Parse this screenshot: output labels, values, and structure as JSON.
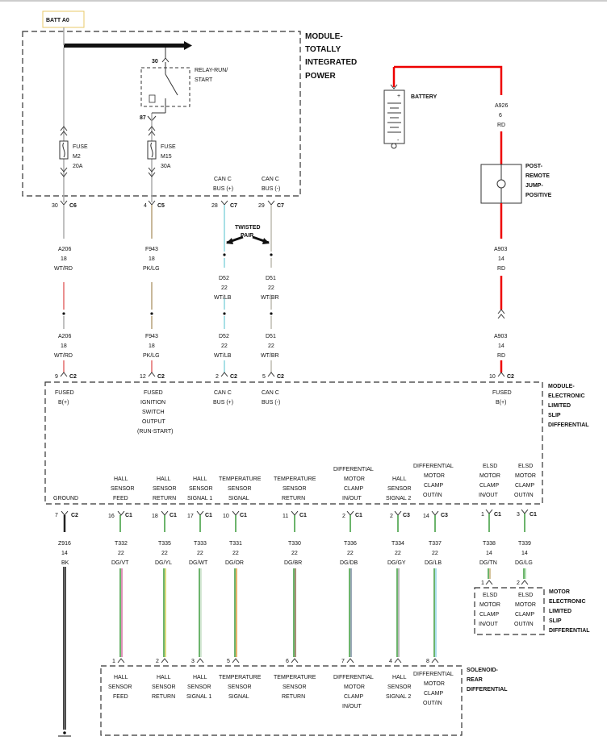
{
  "batt_label": "BATT A0",
  "tipm": {
    "title": [
      "MODULE-",
      "TOTALLY",
      "INTEGRATED",
      "POWER"
    ]
  },
  "relay": {
    "label": [
      "RELAY-RUN/",
      "START"
    ],
    "pin_in": "30",
    "pin_out": "87"
  },
  "fuses": [
    {
      "label": [
        "FUSE",
        "M2",
        "20A"
      ]
    },
    {
      "label": [
        "FUSE",
        "M15",
        "30A"
      ]
    }
  ],
  "battery_label": "BATTERY",
  "post": {
    "label": [
      "POST-",
      "REMOTE",
      "JUMP-",
      "POSITIVE"
    ]
  },
  "top_wire": {
    "circuit": "A926",
    "gauge": "6",
    "color": "RD"
  },
  "tipm_connectors": [
    {
      "pin": "30",
      "conn": "C6"
    },
    {
      "pin": "4",
      "conn": "C5"
    },
    {
      "pin": "28",
      "conn": "C7"
    },
    {
      "pin": "29",
      "conn": "C7"
    }
  ],
  "can_labels": [
    [
      "CAN C",
      "BUS (+)"
    ],
    [
      "CAN C",
      "BUS (-)"
    ]
  ],
  "twisted_pair": [
    "TWISTED",
    "PAIR"
  ],
  "upper_wires": [
    {
      "circuit": "A206",
      "gauge": "18",
      "color": "WT/RD"
    },
    {
      "circuit": "F943",
      "gauge": "18",
      "color": "PK/LG"
    },
    {
      "circuit": "D52",
      "gauge": "22",
      "color": "WT/LB"
    },
    {
      "circuit": "D51",
      "gauge": "22",
      "color": "WT/BR"
    },
    {
      "circuit": "A903",
      "gauge": "14",
      "color": "RD"
    }
  ],
  "lower_wires": [
    {
      "circuit": "A206",
      "gauge": "18",
      "color": "WT/RD"
    },
    {
      "circuit": "F943",
      "gauge": "18",
      "color": "PK/LG"
    },
    {
      "circuit": "D52",
      "gauge": "22",
      "color": "WT/LB"
    },
    {
      "circuit": "D51",
      "gauge": "22",
      "color": "WT/BR"
    },
    {
      "circuit": "A903",
      "gauge": "14",
      "color": "RD"
    }
  ],
  "elsd_top_connectors": [
    {
      "pin": "9",
      "conn": "C2"
    },
    {
      "pin": "12",
      "conn": "C2"
    },
    {
      "pin": "2",
      "conn": "C2"
    },
    {
      "pin": "5",
      "conn": "C2"
    },
    {
      "pin": "10",
      "conn": "C2"
    }
  ],
  "elsd_top_labels": [
    [
      "FUSED",
      "B(+)"
    ],
    [
      "FUSED",
      "IGNITION",
      "SWITCH",
      "OUTPUT",
      "(RUN-START)"
    ],
    [
      "CAN C",
      "BUS (+)"
    ],
    [
      "CAN C",
      "BUS (-)"
    ],
    [
      "FUSED",
      "B(+)"
    ]
  ],
  "elsd_module": {
    "title": [
      "MODULE-",
      "ELECTRONIC",
      "LIMITED",
      "SLIP",
      "DIFFERENTIAL"
    ]
  },
  "elsd_bottom_labels": [
    [
      "GROUND"
    ],
    [
      "HALL",
      "SENSOR",
      "FEED"
    ],
    [
      "HALL",
      "SENSOR",
      "RETURN"
    ],
    [
      "HALL",
      "SENSOR",
      "SIGNAL 1"
    ],
    [
      "TEMPERATURE",
      "SENSOR",
      "SIGNAL"
    ],
    [
      "TEMPERATURE",
      "SENSOR",
      "RETURN"
    ],
    [
      "DIFFERENTIAL",
      "MOTOR",
      "CLAMP",
      "IN/OUT"
    ],
    [
      "HALL",
      "SENSOR",
      "SIGNAL 2"
    ],
    [
      "DIFFERENTIAL",
      "MOTOR",
      "CLAMP",
      "OUT/IN"
    ],
    [
      "ELSD",
      "MOTOR",
      "CLAMP",
      "IN/OUT"
    ],
    [
      "ELSD",
      "MOTOR",
      "CLAMP",
      "OUT/IN"
    ]
  ],
  "elsd_bottom_connectors": [
    {
      "pin": "7",
      "conn": "C2"
    },
    {
      "pin": "16",
      "conn": "C1"
    },
    {
      "pin": "18",
      "conn": "C1"
    },
    {
      "pin": "17",
      "conn": "C1"
    },
    {
      "pin": "10",
      "conn": "C1"
    },
    {
      "pin": "11",
      "conn": "C1"
    },
    {
      "pin": "2",
      "conn": "C1"
    },
    {
      "pin": "2",
      "conn": "C3"
    },
    {
      "pin": "14",
      "conn": "C3"
    },
    {
      "pin": "1",
      "conn": "C1"
    },
    {
      "pin": "3",
      "conn": "C1"
    }
  ],
  "bottom_wires": [
    {
      "circuit": "Z916",
      "gauge": "14",
      "color": "BK"
    },
    {
      "circuit": "T332",
      "gauge": "22",
      "color": "DG/VT"
    },
    {
      "circuit": "T335",
      "gauge": "22",
      "color": "DG/YL"
    },
    {
      "circuit": "T333",
      "gauge": "22",
      "color": "DG/WT"
    },
    {
      "circuit": "T331",
      "gauge": "22",
      "color": "DG/OR"
    },
    {
      "circuit": "T330",
      "gauge": "22",
      "color": "DG/BR"
    },
    {
      "circuit": "T336",
      "gauge": "22",
      "color": "DG/DB"
    },
    {
      "circuit": "T334",
      "gauge": "22",
      "color": "DG/GY"
    },
    {
      "circuit": "T337",
      "gauge": "22",
      "color": "DG/LB"
    },
    {
      "circuit": "T338",
      "gauge": "14",
      "color": "DG/TN"
    },
    {
      "circuit": "T339",
      "gauge": "14",
      "color": "DG/LG"
    }
  ],
  "motor": {
    "pins": [
      "1",
      "2"
    ],
    "labels": [
      [
        "ELSD",
        "MOTOR",
        "CLAMP",
        "IN/OUT"
      ],
      [
        "ELSD",
        "MOTOR",
        "CLAMP",
        "OUT/IN"
      ]
    ],
    "title": [
      "MOTOR",
      "ELECTRONIC",
      "LIMITED",
      "SLIP",
      "DIFFERENTIAL"
    ]
  },
  "solenoid": {
    "pins": [
      "1",
      "2",
      "3",
      "5",
      "6",
      "7",
      "4",
      "8"
    ],
    "labels": [
      [
        "HALL",
        "SENSOR",
        "FEED"
      ],
      [
        "HALL",
        "SENSOR",
        "RETURN"
      ],
      [
        "HALL",
        "SENSOR",
        "SIGNAL 1"
      ],
      [
        "TEMPERATURE",
        "SENSOR",
        "SIGNAL"
      ],
      [
        "TEMPERATURE",
        "SENSOR",
        "RETURN"
      ],
      [
        "DIFFERENTIAL",
        "MOTOR",
        "CLAMP",
        "IN/OUT"
      ],
      [
        "HALL",
        "SENSOR",
        "SIGNAL 2"
      ],
      [
        "DIFFERENTIAL",
        "MOTOR",
        "CLAMP",
        "OUT/IN"
      ]
    ],
    "title": [
      "SOLENOID-",
      "REAR",
      "DIFFERENTIAL"
    ]
  }
}
